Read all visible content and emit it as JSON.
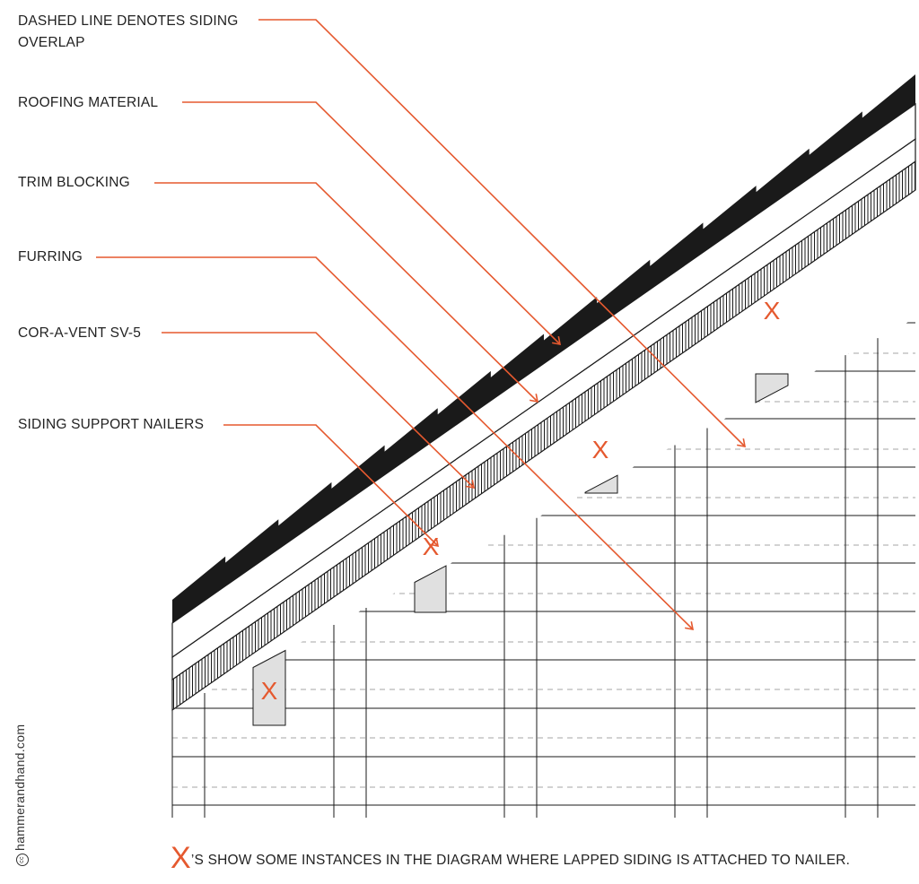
{
  "colors": {
    "accent": "#e5592f",
    "ink": "#1a1a1a",
    "nailer": "#e0e0e0"
  },
  "labels": [
    {
      "id": "siding-overlap",
      "line1": "DASHED LINE DENOTES SIDING",
      "line2": "OVERLAP"
    },
    {
      "id": "roofing-material",
      "line1": "ROOFING MATERIAL",
      "line2": ""
    },
    {
      "id": "trim-blocking",
      "line1": "TRIM BLOCKING",
      "line2": ""
    },
    {
      "id": "furring",
      "line1": "FURRING",
      "line2": ""
    },
    {
      "id": "cor-a-vent",
      "line1": "COR-A-VENT SV-5",
      "line2": ""
    },
    {
      "id": "siding-nailers",
      "line1": "SIDING SUPPORT NAILERS",
      "line2": ""
    }
  ],
  "marker": "X",
  "caption": {
    "x": "X",
    "text": "’S SHOW SOME INSTANCES IN THE DIAGRAM WHERE LAPPED SIDING IS ATTACHED TO NAILER."
  },
  "credit": {
    "cc_symbols": "cc",
    "site": "hammerandhand.com"
  }
}
